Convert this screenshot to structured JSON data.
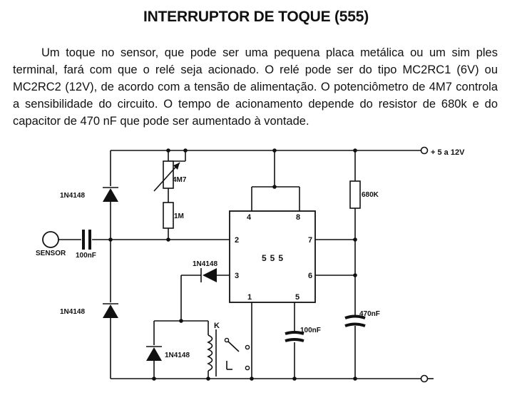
{
  "article": {
    "title": "INTERRUPTOR DE TOQUE (555)",
    "body_lines": [
      "Um toque no sensor, que pode ser uma pequena placa metálica ou um sim-",
      "ples terminal, fará com que o relé seja acionado. O relé pode ser do tipo MC2RC1",
      "(6V) ou MC2RC2 (12V), de acordo com a tensão de alimentação. O potenciômetro",
      "de 4M7 controla a sensibilidade do circuito. O tempo de acionamento depende do",
      "resistor de 680k e do capacitor de 470 nF que pode ser aumentado à vontade."
    ]
  },
  "schematic": {
    "supply_label": "+ 5 a 12V",
    "diode_top_label": "1N4148",
    "diode_bottom_label": "1N4148",
    "diode_pin3_label": "1N4148",
    "diode_relay_label": "1N4148",
    "pot_label": "4M7",
    "resistor_1m_label": "1M",
    "resistor_680k_label": "680K",
    "sensor_label": "SENSOR",
    "sensor_cap_label": "100nF",
    "cap_pin5_label": "100nF",
    "cap_timing_label": "470nF",
    "ic_label": "555",
    "relay_label": "K",
    "pins": {
      "p4": "4",
      "p8": "8",
      "p2": "2",
      "p7": "7",
      "p3": "3",
      "p6": "6",
      "p1": "1",
      "p5": "5"
    }
  }
}
